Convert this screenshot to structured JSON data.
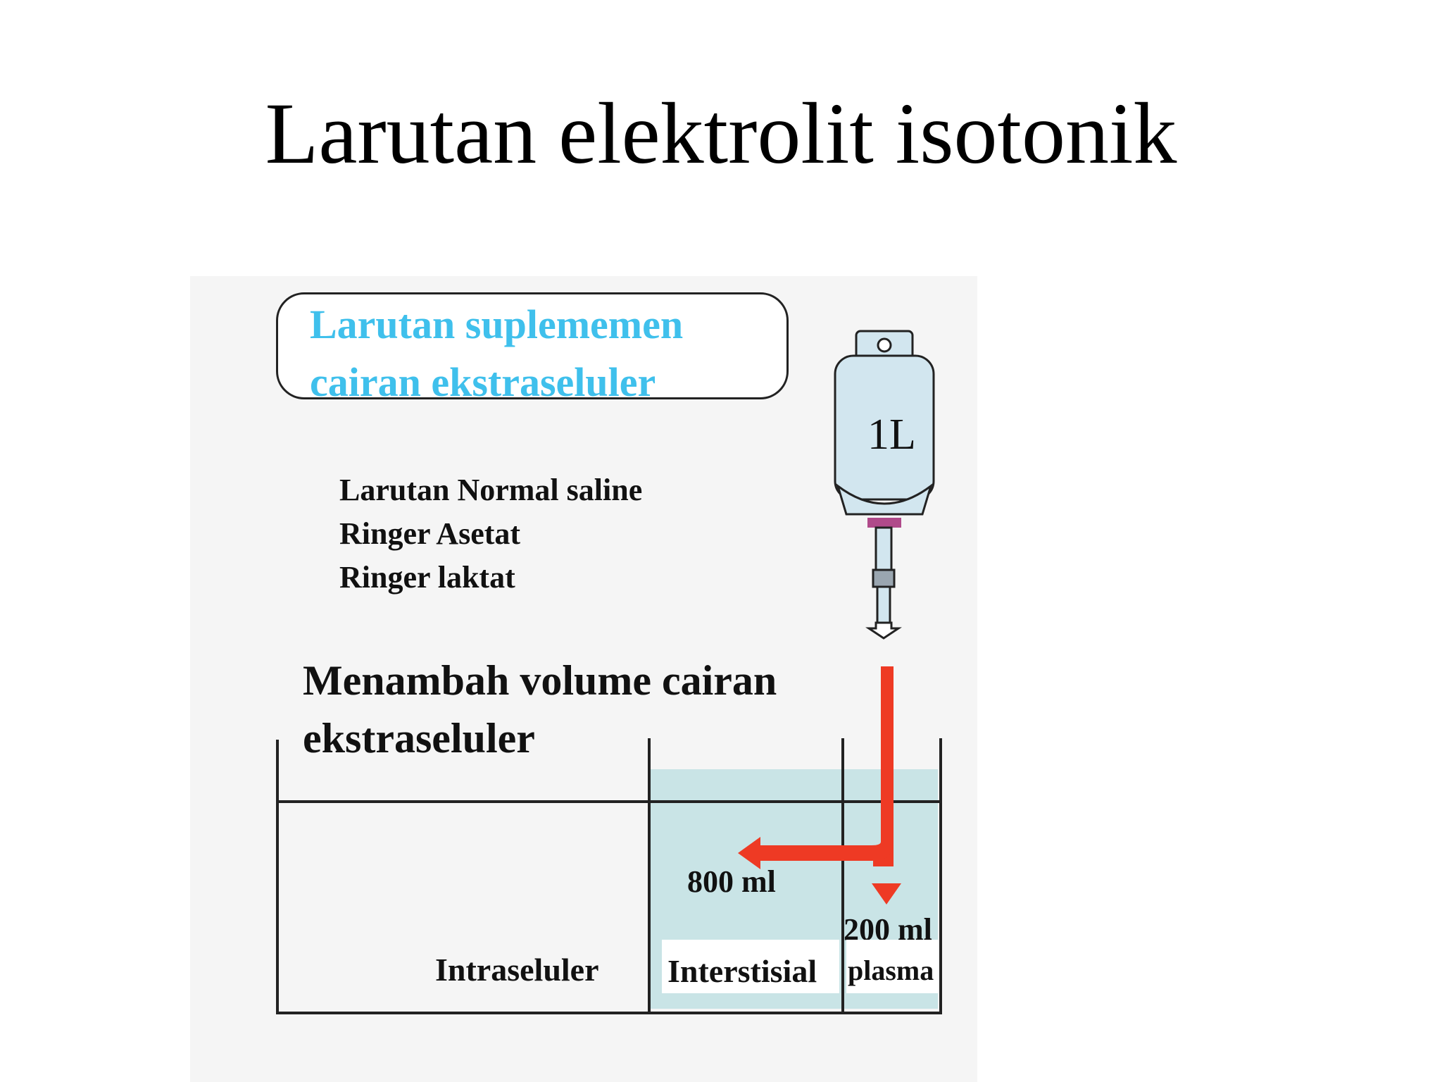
{
  "slide": {
    "title": "Larutan elektrolit isotonik"
  },
  "diagram": {
    "header": {
      "line1": "Larutan suplememen",
      "line2": "cairan ekstraseluler"
    },
    "bag": {
      "volume_label": "1L"
    },
    "solutions": [
      "Larutan Normal saline",
      "Ringer Asetat",
      "Ringer laktat"
    ],
    "effect": {
      "line1": "Menambah volume cairan",
      "line2": "ekstraseluler"
    },
    "flow": {
      "interstitial_amount": "800 ml",
      "plasma_amount": "200 ml"
    },
    "compartments": {
      "intracellular": "Intraseluler",
      "interstitial": "Interstisial",
      "plasma": "plasma"
    },
    "colors": {
      "header_text": "#3fc0ec",
      "arrow": "#ee3a24",
      "fluid": "#c9e4e6",
      "bag_fill": "#d2e6ef",
      "bag_band": "#b04a8a"
    },
    "icons": [
      "iv-bag-icon",
      "drip-arrow-icon",
      "flow-arrow-icon"
    ]
  }
}
